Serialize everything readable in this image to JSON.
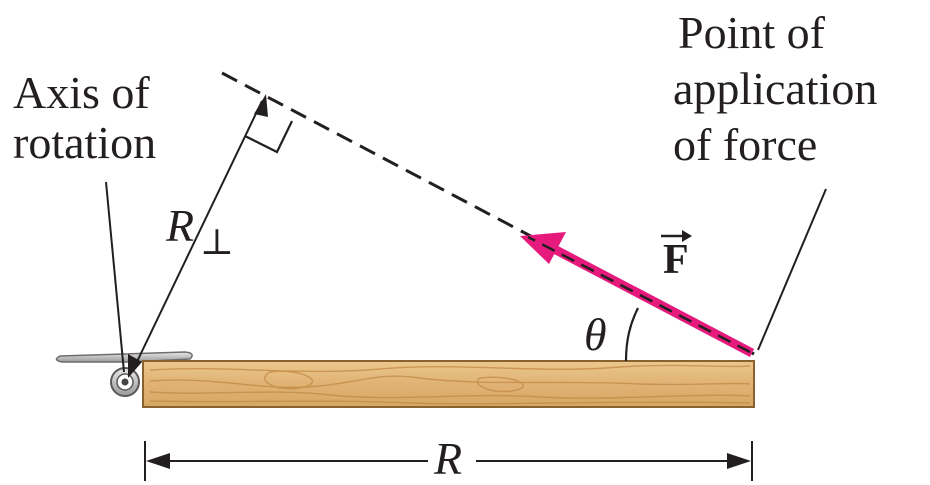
{
  "labels": {
    "axis_line1": "Axis of",
    "axis_line2": "rotation",
    "point_line1": "Point of",
    "point_line2": "application",
    "point_line3": "of force",
    "r_perp": "R",
    "perp_symbol": "⊥",
    "force": "F",
    "theta": "θ",
    "r": "R"
  },
  "colors": {
    "force_arrow": "#e6197d",
    "board": "#e2b97a",
    "board_grain": "#c18a44",
    "ink": "#231f20"
  }
}
